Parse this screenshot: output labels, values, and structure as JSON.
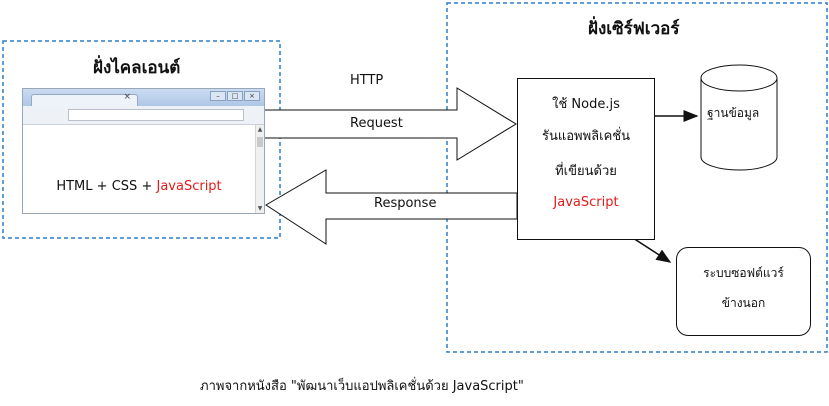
{
  "client": {
    "title": "ฝั่งไคลเอนต์",
    "browser_content": {
      "html": "HTML",
      "plus1": "+",
      "css": "CSS",
      "plus2": "+",
      "js": "JavaScript"
    }
  },
  "server": {
    "title": "ฝั่งเซิร์ฟเวอร์",
    "node_box": {
      "line1": "ใช้ Node.js",
      "line2": "รันแอพพลิเคชั่น",
      "line3": "ที่เขียนด้วย",
      "line4": "JavaScript"
    },
    "database_label": "ฐานข้อมูล",
    "external_software": {
      "line1": "ระบบซอฟต์แวร์",
      "line2": "ข้างนอก"
    }
  },
  "arrows": {
    "protocol": "HTTP",
    "request": "Request",
    "response": "Response"
  },
  "caption": "ภาพจากหนังสือ  \"พัฒนาเว็บแอปพลิเคชั่นด้วย JavaScript\"",
  "colors": {
    "dashed_border": "#2a7fc8",
    "highlight": "#e21b1b",
    "stroke": "#111111"
  }
}
